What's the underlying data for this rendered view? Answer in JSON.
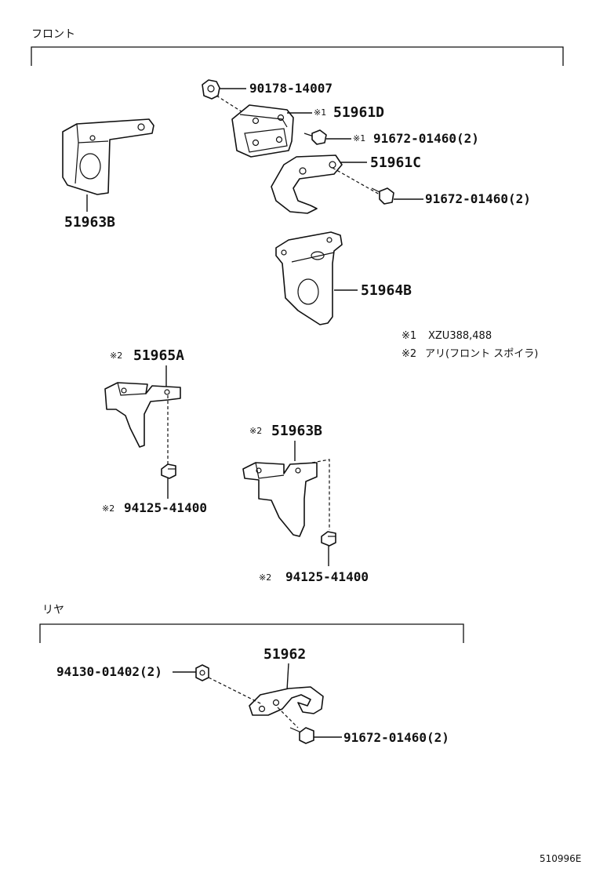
{
  "sections": {
    "front": "フロント",
    "rear": "リヤ"
  },
  "parts": {
    "p90178": "90178-14007",
    "p51961D": "51961D",
    "p91672_top": "91672-01460(2)",
    "p51961C": "51961C",
    "p91672_mid": "91672-01460(2)",
    "p51963B_left": "51963B",
    "p51964B": "51964B",
    "p51965A": "51965A",
    "p94125_left": "94125-41400",
    "p51963B_lower": "51963B",
    "p94125_right": "94125-41400",
    "p51962": "51962",
    "p94130": "94130-01402(2)",
    "p91672_rear": "91672-01460(2)"
  },
  "marks": {
    "m1": "※1",
    "m2": "※2"
  },
  "notes": {
    "note1_mark": "※1",
    "note1_text": "XZU388,488",
    "note2_mark": "※2",
    "note2_text": "アリ(フロント スポイラ)"
  },
  "diagram_code": "510996E"
}
